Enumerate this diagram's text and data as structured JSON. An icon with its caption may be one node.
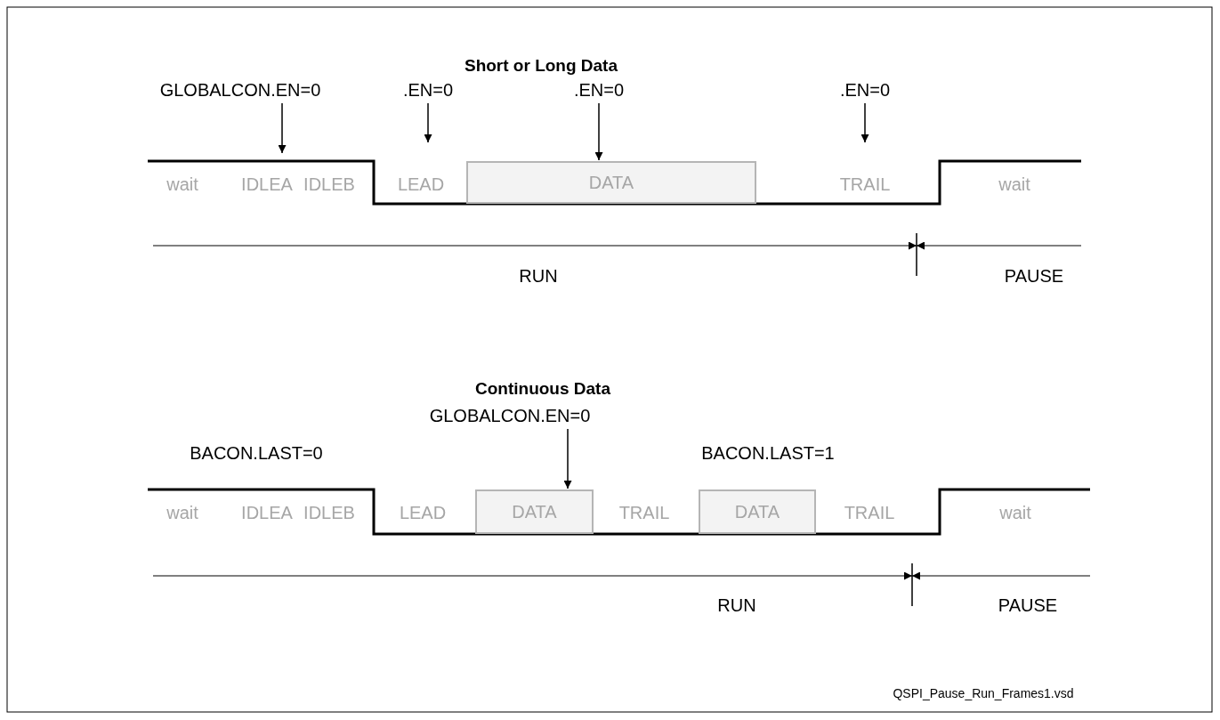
{
  "diagram": {
    "nodes": [
      {
        "text": [
          "GLOBALCON.EN=0"
        ]
      },
      {
        "text": [
          ".EN=0"
        ]
      },
      {
        "text": [
          ".EN=0"
        ]
      },
      {
        "text": [
          "DATA"
        ]
      },
      {
        "text": [
          ".EN=0"
        ]
      },
      {
        "text": [
          "GLOBALCON.EN=0"
        ]
      },
      {
        "text": [
          "DATA"
        ]
      },
      {
        "text": [
          "DATA"
        ]
      }
    ],
    "edges": [
      {
        "from": 0,
        "to": null,
        "arrow": "to"
      },
      {
        "from": 1,
        "to": null,
        "arrow": "to"
      },
      {
        "from": 2,
        "to": 3,
        "arrow": "to"
      },
      {
        "from": 4,
        "to": null,
        "arrow": "to"
      },
      {
        "from": 5,
        "to": 6,
        "arrow": "to"
      }
    ],
    "labels": [
      "Short or Long Data",
      "wait",
      "IDLEA",
      "IDLEB",
      "LEAD",
      "TRAIL",
      "wait",
      "RUN",
      "PAUSE",
      "Continuous Data",
      "BACON.LAST=0",
      "BACON.LAST=1",
      "wait",
      "IDLEA",
      "IDLEB",
      "LEAD",
      "TRAIL",
      "TRAIL",
      "wait",
      "RUN",
      "PAUSE",
      "QSPI_Pause_Run_Frames1.vsd"
    ]
  }
}
